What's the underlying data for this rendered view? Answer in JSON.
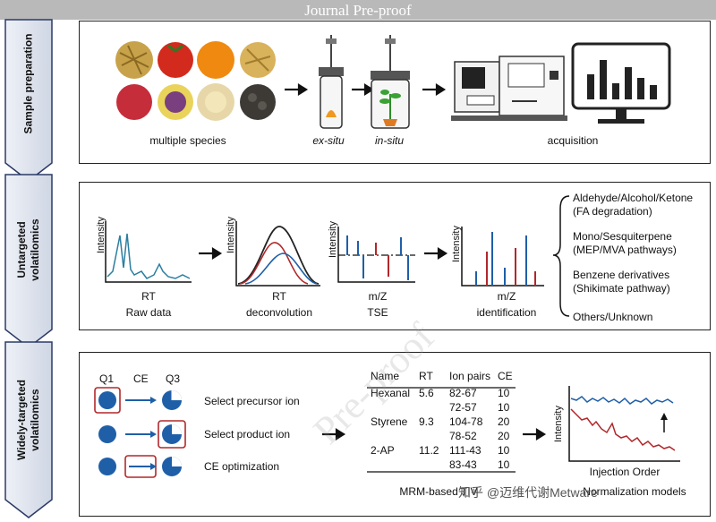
{
  "banner": "Journal Pre-proof",
  "stages": [
    {
      "label": "Sample preparation"
    },
    {
      "label": "Untargeted volatilomics"
    },
    {
      "label": "Widely-targeted volatilomics"
    }
  ],
  "sample": {
    "species_label": "multiple species",
    "exsitu_label": "ex-situ",
    "insitu_label": "in-situ",
    "acquisition_label": "acquisition"
  },
  "untargeted": {
    "plots": [
      {
        "xlabel": "RT",
        "caption": "Raw data",
        "ylabel": "Intensity"
      },
      {
        "xlabel": "RT",
        "caption": "deconvolution",
        "ylabel": "Intensity"
      },
      {
        "xlabel": "m/Z",
        "caption": "TSE",
        "ylabel": "Intensity"
      },
      {
        "xlabel": "m/Z",
        "caption": "identification",
        "ylabel": "Intensity"
      }
    ],
    "classes": [
      {
        "line1": "Aldehyde/Alcohol/Ketone",
        "line2": "(FA degradation)"
      },
      {
        "line1": "Mono/Sesquiterpene",
        "line2": "(MEP/MVA pathways)"
      },
      {
        "line1": "Benzene derivatives",
        "line2": "(Shikimate pathway)"
      },
      {
        "line1": "Others/Unknown",
        "line2": ""
      }
    ]
  },
  "widely": {
    "headers": {
      "q1": "Q1",
      "ce": "CE",
      "q3": "Q3"
    },
    "steps": [
      "Select precursor ion",
      "Select product ion",
      "CE optimization"
    ],
    "table": {
      "columns": [
        "Name",
        "RT",
        "Ion pairs",
        "CE"
      ],
      "rows": [
        [
          "Hexanal",
          "5.6",
          "82-67",
          "10"
        ],
        [
          "",
          "",
          "72-57",
          "10"
        ],
        [
          "Styrene",
          "9.3",
          "104-78",
          "20"
        ],
        [
          "",
          "",
          "78-52",
          "20"
        ],
        [
          "2-AP",
          "11.2",
          "111-43",
          "10"
        ],
        [
          "",
          "",
          "83-43",
          "10"
        ]
      ],
      "caption": "MRM-based TIV"
    },
    "plot": {
      "ylabel": "Intensity",
      "xlabel": "Injection Order",
      "caption": "Normalization models"
    }
  },
  "watermark": "知乎 @迈维代谢Metware",
  "diagonal_watermark": "Pre-proof",
  "colors": {
    "blue": "#1f5fa8",
    "red": "#b0282b",
    "arrow_grey": "#d9dde8"
  }
}
